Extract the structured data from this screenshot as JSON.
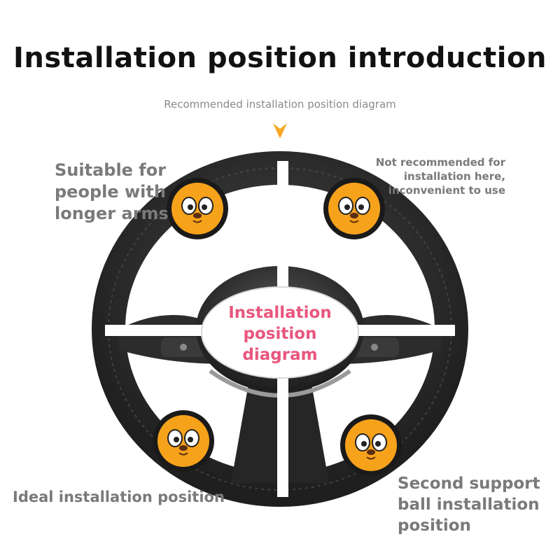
{
  "title": "Installation position introduction",
  "subtitle": "Recommended installation position diagram",
  "center_label": "Installation position diagram",
  "labels": {
    "top_left": "Suitable for people with longer arms",
    "top_right": "Not recommended for installation here, inconvenient to use",
    "bottom_left": "Ideal installation position",
    "bottom_right": "Second support ball installation position"
  },
  "colors": {
    "accent_pink": "#e8567e",
    "arrow_orange": "#f5a623",
    "ball_orange": "#f7a21b",
    "wheel_dark": "#2b2b2b"
  },
  "icons": [
    "down-arrow-icon",
    "support-ball-icon",
    "steering-wheel"
  ]
}
